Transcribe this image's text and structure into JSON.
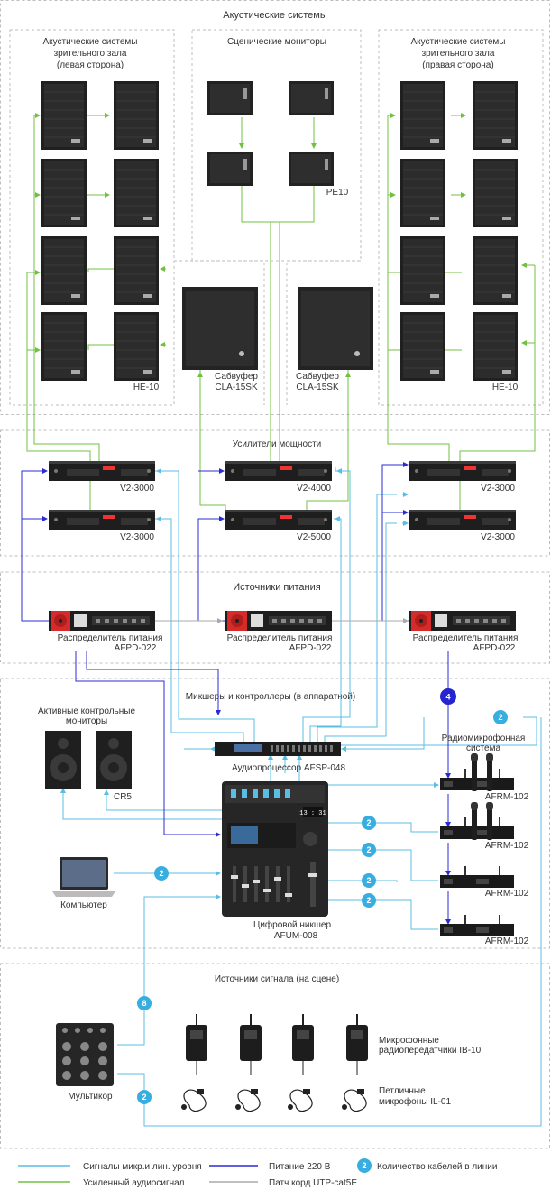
{
  "sections": {
    "speakers": "Акустические системы",
    "left_group": [
      "Акустические системы",
      "зрительного зала",
      "(левая сторона)"
    ],
    "monitors_group": "Сценические мониторы",
    "right_group": [
      "Акустические системы",
      "зрительного зала",
      "(правая сторона)"
    ],
    "amplifiers": "Усилители мощности",
    "power": "Источники питания",
    "mixers": "Микшеры и контроллеры (в аппаратной)",
    "sources": "Источники сигнала (на сцене)"
  },
  "devices": {
    "he10_left": "HE-10",
    "he10_right": "HE-10",
    "pe10": "PE10",
    "sub_left": [
      "Сабвуфер",
      "CLA-15SK"
    ],
    "sub_right": [
      "Сабвуфер",
      "CLA-15SK"
    ],
    "amp_l1": "V2-3000",
    "amp_l2": "V2-3000",
    "amp_c1": "V2-4000",
    "amp_c2": "V2-5000",
    "amp_r1": "V2-3000",
    "amp_r2": "V2-3000",
    "pdu_left": [
      "Распределитель питания",
      "AFPD-022"
    ],
    "pdu_center": [
      "Распределитель питания",
      "AFPD-022"
    ],
    "pdu_right": [
      "Распределитель питания",
      "AFPD-022"
    ],
    "active_monitors": [
      "Активные контрольные",
      "мониторы"
    ],
    "cr5": "CR5",
    "processor": "Аудиопроцессор AFSP-048",
    "radio_system": [
      "Радиомикрофонная",
      "система"
    ],
    "afrm": [
      "AFRM-102",
      "AFRM-102",
      "AFRM-102",
      "AFRM-102"
    ],
    "computer": "Компьютер",
    "mixer": [
      "Цифровой никшер",
      "AFUM-008"
    ],
    "multicore": "Мультикор",
    "transmitters": [
      "Микрофонные",
      "радиопередатчики IB-10"
    ],
    "lavaliers": [
      "Петличные",
      "микрофоны IL-01"
    ],
    "mixer_screen": "13 : 31"
  },
  "badges": {
    "power_to_radio": "4",
    "radio_to_processor": "2",
    "radio1": "2",
    "radio2": "2",
    "radio3": "2",
    "radio4": "2",
    "computer": "2",
    "multicore_up": "8",
    "multicore_down": "2"
  },
  "legend": {
    "signal": "Сигналы микр.и лин. уровня",
    "power220": "Питание 220 В",
    "count": "Количество кабелей в линии",
    "count_badge": "2",
    "amplified": "Усиленный аудиосигнал",
    "patch": "Патч корд UTP-cat5E"
  },
  "colors": {
    "signal": "#5bbce4",
    "amplified": "#72c043",
    "power": "#2b2bd6",
    "patch": "#aaaaaa",
    "badge_light": "#38aee0",
    "badge_dark": "#2424d0",
    "zone_border": "#bdbdbd"
  }
}
